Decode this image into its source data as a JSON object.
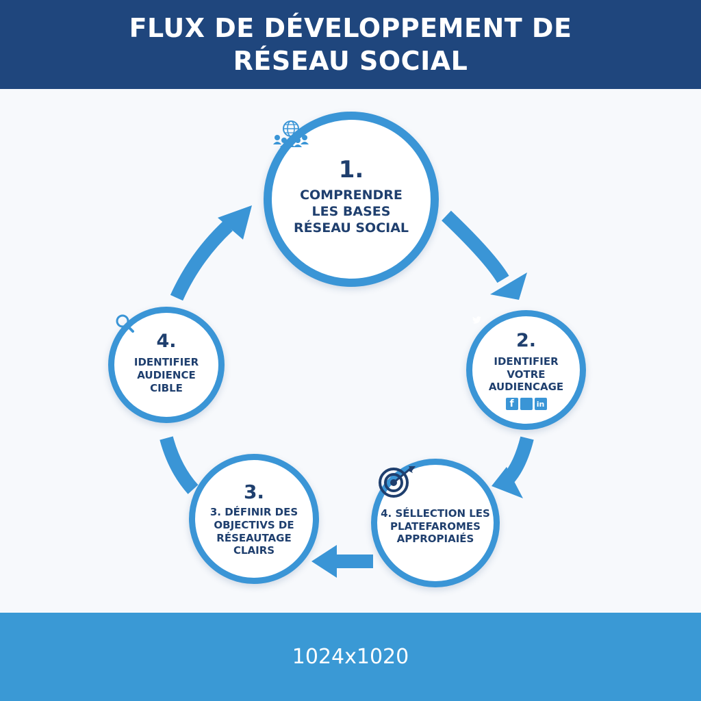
{
  "header": {
    "title_line1": "FLUX DE DÉVELOPPEMENT DE",
    "title_line2": "RÉSEAU SOCIAL"
  },
  "steps": [
    {
      "number": "1.",
      "lines": [
        "COMPRENDRE",
        "LES BASES",
        "RÉSEAU SOCIAL"
      ],
      "icon": "globe-people-icon"
    },
    {
      "number": "2.",
      "lines": [
        "IDENTIFIER",
        "VOTRE",
        "AUDIENCAGE"
      ],
      "icons": [
        "facebook-icon",
        "twitter-icon",
        "linkedin-icon"
      ],
      "icon_letters": [
        "f",
        "in"
      ]
    },
    {
      "number": "",
      "lines": [
        "4. SÉLLECTION LES",
        "PLATEFAROMES",
        "APPROPIAIÉS"
      ],
      "icon": "target-arrow-icon"
    },
    {
      "number": "3.",
      "lines": [
        "3. DÉFINIR DES",
        "OBJECTIVS DE",
        "RÉSEAUTAGE",
        "CLAIRS"
      ]
    },
    {
      "number": "4.",
      "lines": [
        "IDENTIFIER",
        "AUDIENCE",
        "CIBLE"
      ],
      "icon": "magnifier-icon"
    }
  ],
  "footer": {
    "text": "1024x1020"
  },
  "colors": {
    "header": "#1f467d",
    "accent": "#3a95d6",
    "text": "#1f3f6e",
    "footer": "#3a99d5"
  }
}
